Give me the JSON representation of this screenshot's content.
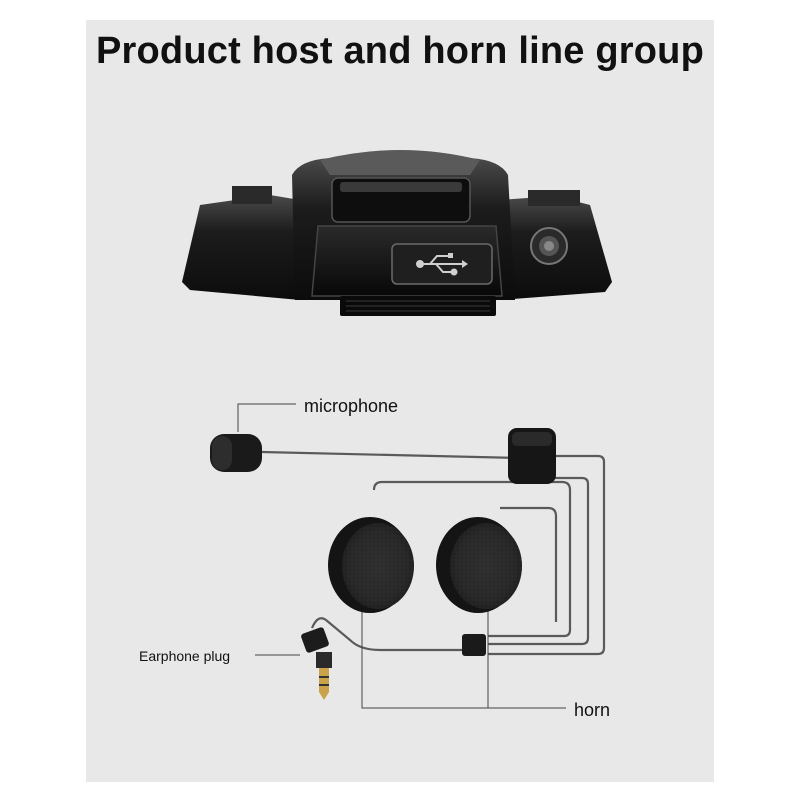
{
  "title": "Product host and horn line group",
  "labels": {
    "microphone": "microphone",
    "earphone_plug": "Earphone plug",
    "horn": "horn"
  },
  "colors": {
    "background_panel": "#e8e8e8",
    "device_body": "#1a1a1a",
    "text": "#111111"
  },
  "icons": {
    "usb_port_cover": "usb-icon"
  }
}
